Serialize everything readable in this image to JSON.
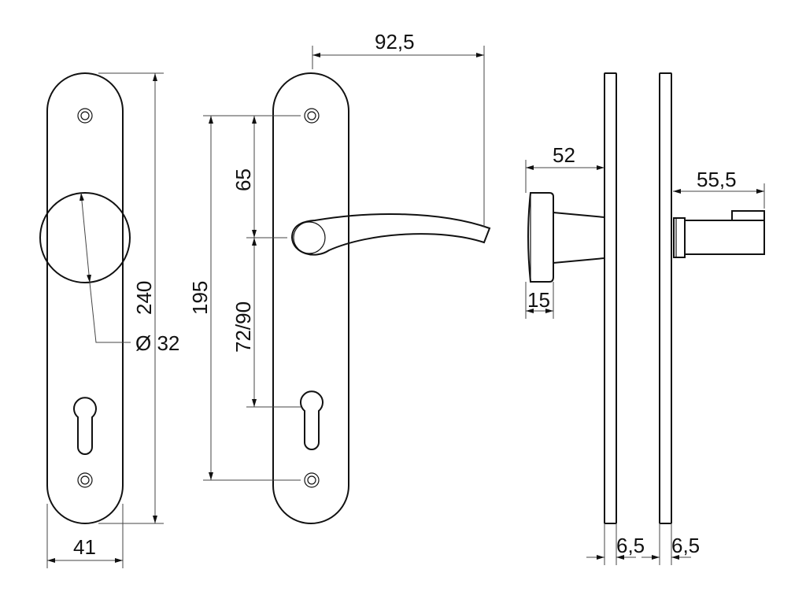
{
  "title": "Door handle set technical drawing",
  "dimensions": {
    "plate_width": "41",
    "plate_height": "240",
    "knob_diameter": "Ø 32",
    "hole_spacing": "195",
    "hole_to_lever": "65",
    "lever_to_cylinder": "72/90",
    "lever_length": "92,5",
    "knob_projection": "52",
    "knob_depth": "15",
    "lever_projection": "55,5",
    "plate_thickness_left": "6,5",
    "plate_thickness_right": "6,5"
  },
  "colors": {
    "line": "#111111",
    "dim": "#444444"
  }
}
